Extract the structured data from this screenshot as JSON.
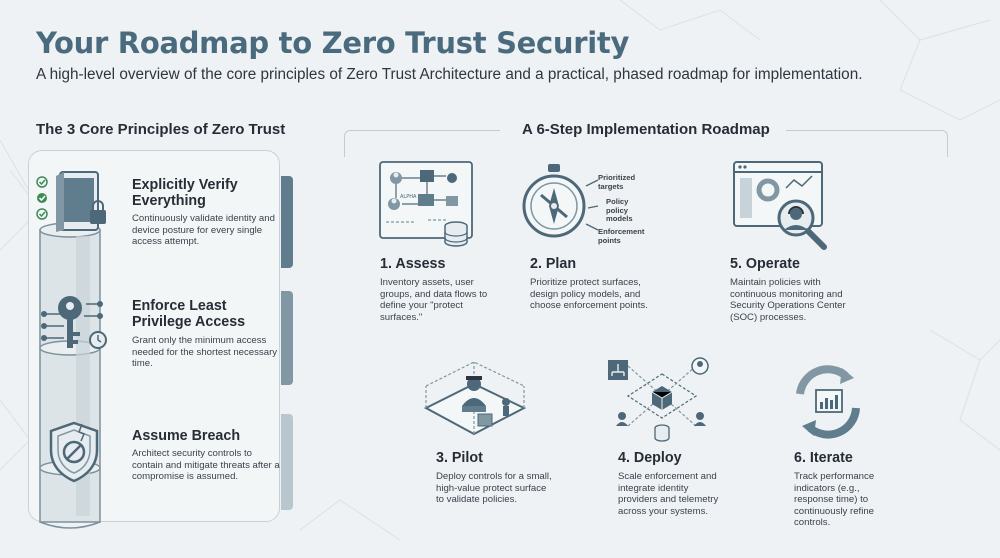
{
  "header": {
    "title": "Your Roadmap to Zero Trust Security",
    "subtitle": "A high-level overview of the core principles of Zero Trust Architecture and a practical, phased roadmap for implementation."
  },
  "principles": {
    "heading": "The 3 Core Principles of Zero Trust",
    "items": [
      {
        "title": "Explicitly Verify Everything",
        "description": "Continuously validate identity and device posture for every single access attempt.",
        "icon": "verify-device-icon"
      },
      {
        "title": "Enforce Least Privilege Access",
        "description": "Grant only the minimum access needed for the shortest necessary time.",
        "icon": "key-icon"
      },
      {
        "title": "Assume Breach",
        "description": "Architect security controls to contain and mitigate threats after a compromise is assumed.",
        "icon": "shield-icon"
      }
    ]
  },
  "roadmap": {
    "heading": "A 6-Step Implementation Roadmap",
    "steps": [
      {
        "title": "1. Assess",
        "description": "Inventory assets, user groups, and data flows to define your \"protect surfaces.\"",
        "icon": "network-map-icon"
      },
      {
        "title": "2. Plan",
        "description": "Prioritize protect surfaces, design policy models, and choose enforcement points.",
        "icon": "compass-icon"
      },
      {
        "title": "3. Pilot",
        "description": "Deploy controls for a small, high-value protect surface to validate policies.",
        "icon": "pilot-zone-icon"
      },
      {
        "title": "4. Deploy",
        "description": "Scale enforcement and integrate identity providers and telemetry across your systems.",
        "icon": "deploy-network-icon"
      },
      {
        "title": "5. Operate",
        "description": "Maintain policies with continuous monitoring and Security Operations Center (SOC) processes.",
        "icon": "soc-monitor-icon"
      },
      {
        "title": "6. Iterate",
        "description": "Track performance indicators (e.g., response time) to continuously refine controls.",
        "icon": "cycle-chart-icon"
      }
    ],
    "plan_callouts": [
      "Prioritized targets",
      "Policy policy models",
      "Enforcement points"
    ],
    "assess_label": "ALPHA"
  },
  "colors": {
    "title": "#4a6b7e",
    "accent_dark": "#4d6878",
    "accent_mid": "#8196a3",
    "accent_light": "#b9c8cf",
    "background": "#eef2f4",
    "check_green": "#3f8a56"
  }
}
